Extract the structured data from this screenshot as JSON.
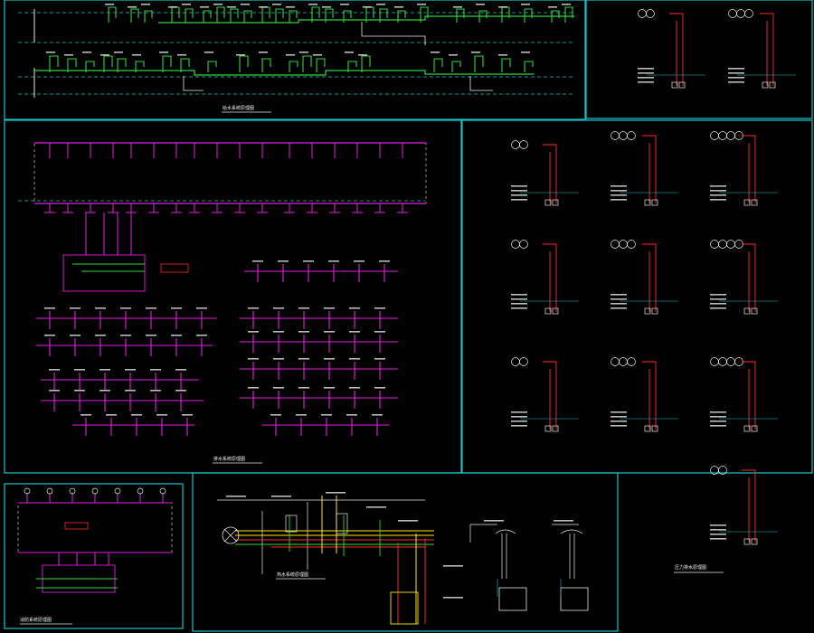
{
  "panel_titles": {
    "top_left": "给水系统原理图",
    "middle_left": "排水系统原理图",
    "bottom_mid": "热水系统原理图",
    "bottom_left": "消防系统原理图",
    "right_big": "压力排水原理图"
  },
  "colors": {
    "border": "#19c3c9",
    "cyan": "#00e5ff",
    "magenta": "#e020e0",
    "green": "#2bd63a",
    "yellow": "#ffe600",
    "red": "#ff2a2a",
    "white": "#e8e8e8"
  }
}
